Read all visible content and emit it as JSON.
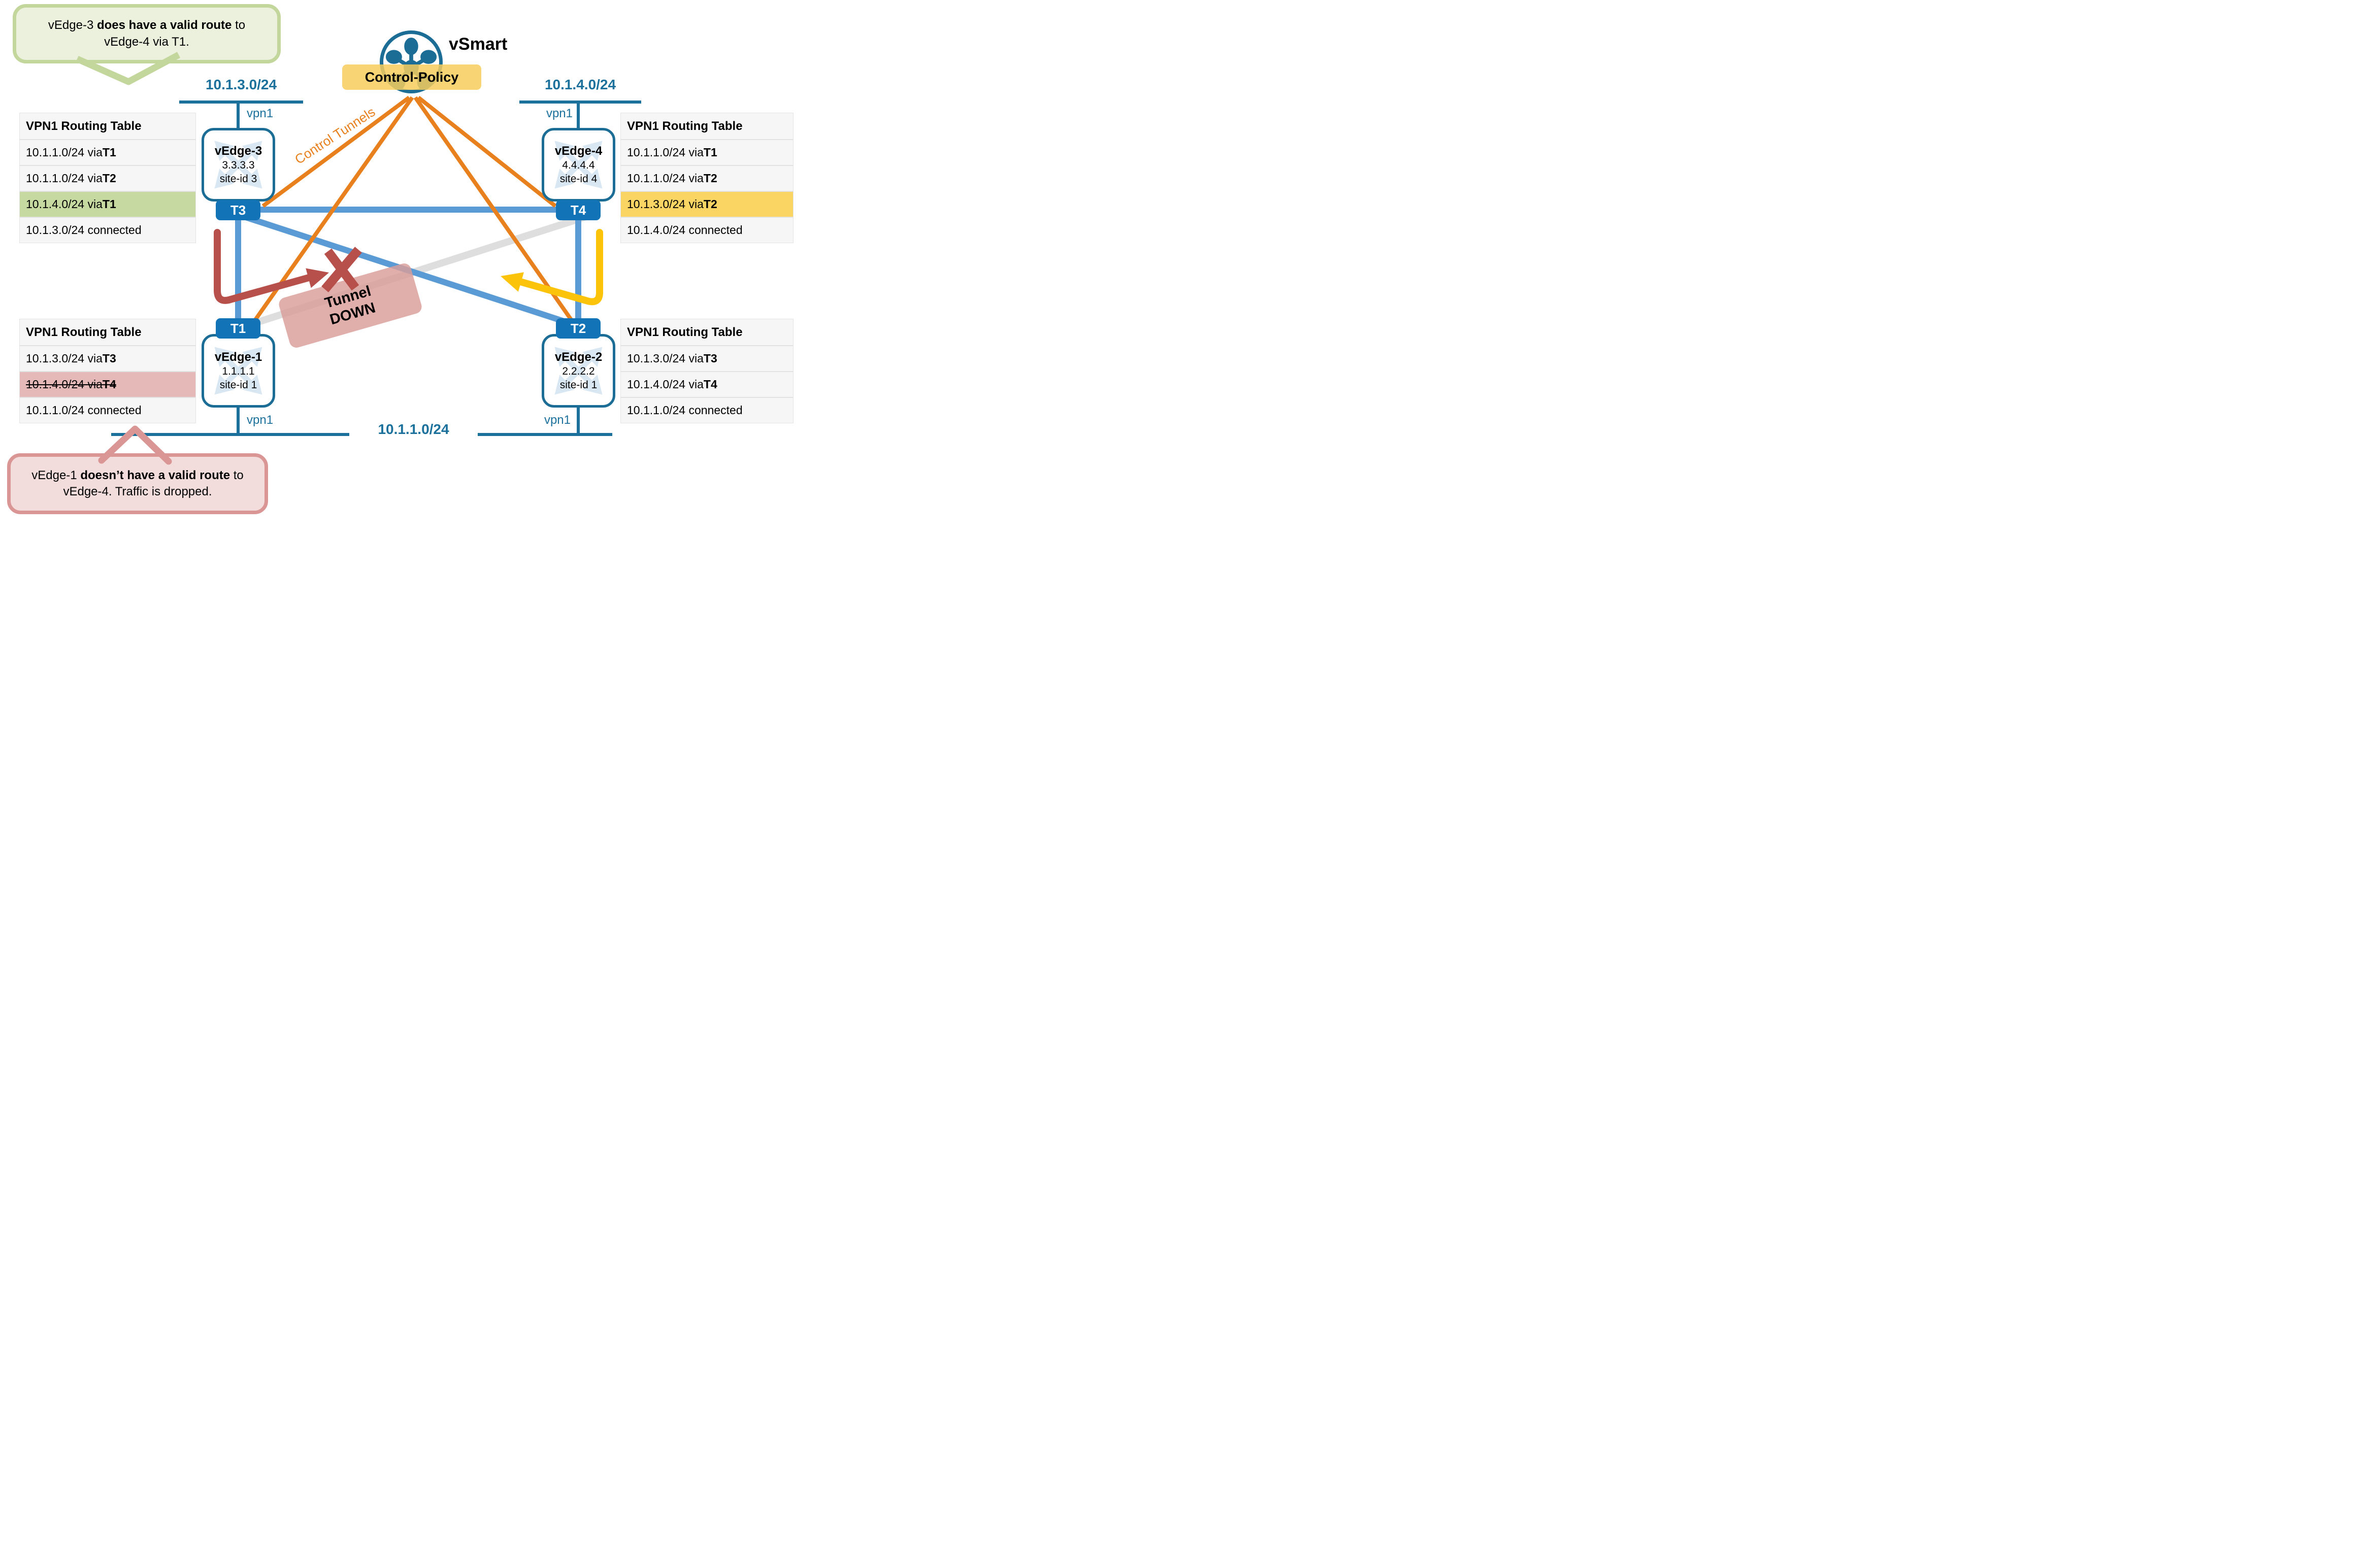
{
  "controller": {
    "name": "vSmart",
    "policy": "Control-Policy",
    "tunnels_label": "Control Tunnels"
  },
  "status": {
    "tunnel_down": "Tunnel\nDOWN"
  },
  "subnets": {
    "site3": "10.1.3.0/24",
    "site4": "10.1.4.0/24",
    "site1": "10.1.1.0/24",
    "vpn": "vpn1"
  },
  "nodes": {
    "vedge3": {
      "name": "vEdge-3",
      "ip": "3.3.3.3",
      "site": "site-id 3",
      "tunnel": "T3"
    },
    "vedge4": {
      "name": "vEdge-4",
      "ip": "4.4.4.4",
      "site": "site-id 4",
      "tunnel": "T4"
    },
    "vedge1": {
      "name": "vEdge-1",
      "ip": "1.1.1.1",
      "site": "site-id 1",
      "tunnel": "T1"
    },
    "vedge2": {
      "name": "vEdge-2",
      "ip": "2.2.2.2",
      "site": "site-id 1",
      "tunnel": "T2"
    }
  },
  "callouts": {
    "top_left": {
      "pre": "vEdge-3 ",
      "bold": "does have a valid route",
      "post": " to vEdge-4 via T1."
    },
    "bottom_left": {
      "pre": "vEdge-1 ",
      "bold": "doesn’t have a valid route",
      "post": " to vEdge-4. Traffic is dropped."
    }
  },
  "tables": {
    "vedge3": {
      "title": "VPN1 Routing Table",
      "rows": [
        {
          "text": "10.1.1.0/24 via ",
          "em": "T1",
          "highlight": "none"
        },
        {
          "text": "10.1.1.0/24 via ",
          "em": "T2",
          "highlight": "none"
        },
        {
          "text": "10.1.4.0/24 via ",
          "em": "T1",
          "highlight": "green"
        },
        {
          "text": "10.1.3.0/24 connected",
          "em": "",
          "highlight": "none"
        }
      ]
    },
    "vedge4": {
      "title": "VPN1 Routing Table",
      "rows": [
        {
          "text": "10.1.1.0/24 via ",
          "em": "T1",
          "highlight": "none"
        },
        {
          "text": "10.1.1.0/24 via ",
          "em": "T2",
          "highlight": "none"
        },
        {
          "text": "10.1.3.0/24 via ",
          "em": "T2",
          "highlight": "yellow"
        },
        {
          "text": "10.1.4.0/24 connected",
          "em": "",
          "highlight": "none"
        }
      ]
    },
    "vedge1": {
      "title": "VPN1 Routing Table",
      "rows": [
        {
          "text": "10.1.3.0/24 via ",
          "em": "T3",
          "highlight": "none"
        },
        {
          "text": "10.1.4.0/24 via ",
          "em": "T4",
          "highlight": "red-strikethrough"
        },
        {
          "text": "10.1.1.0/24 connected",
          "em": "",
          "highlight": "none"
        }
      ]
    },
    "vedge2": {
      "title": "VPN1 Routing Table",
      "rows": [
        {
          "text": "10.1.3.0/24 via ",
          "em": "T3",
          "highlight": "none"
        },
        {
          "text": "10.1.4.0/24 via ",
          "em": "T4",
          "highlight": "none"
        },
        {
          "text": "10.1.1.0/24 connected",
          "em": "",
          "highlight": "none"
        }
      ]
    }
  },
  "colors": {
    "teal": "#1b6d95",
    "badge_blue": "#1273b7",
    "tunnel_blue": "#5b9bd5",
    "tunnel_down_gray": "#dedede",
    "control_orange": "#e8801e",
    "drop_red": "#b7504a",
    "reroute_yellow": "#fcc30b",
    "policy_yellow_bg": "#f7cd5c",
    "green_highlight": "#c6d9a0",
    "yellow_highlight": "#fbd564",
    "red_highlight": "#e5b9b7",
    "callout_green_bg": "#ebf1dd",
    "callout_green_border": "#c3d69b",
    "callout_pink_bg": "#f2dddc",
    "callout_pink_border": "#d99694"
  }
}
